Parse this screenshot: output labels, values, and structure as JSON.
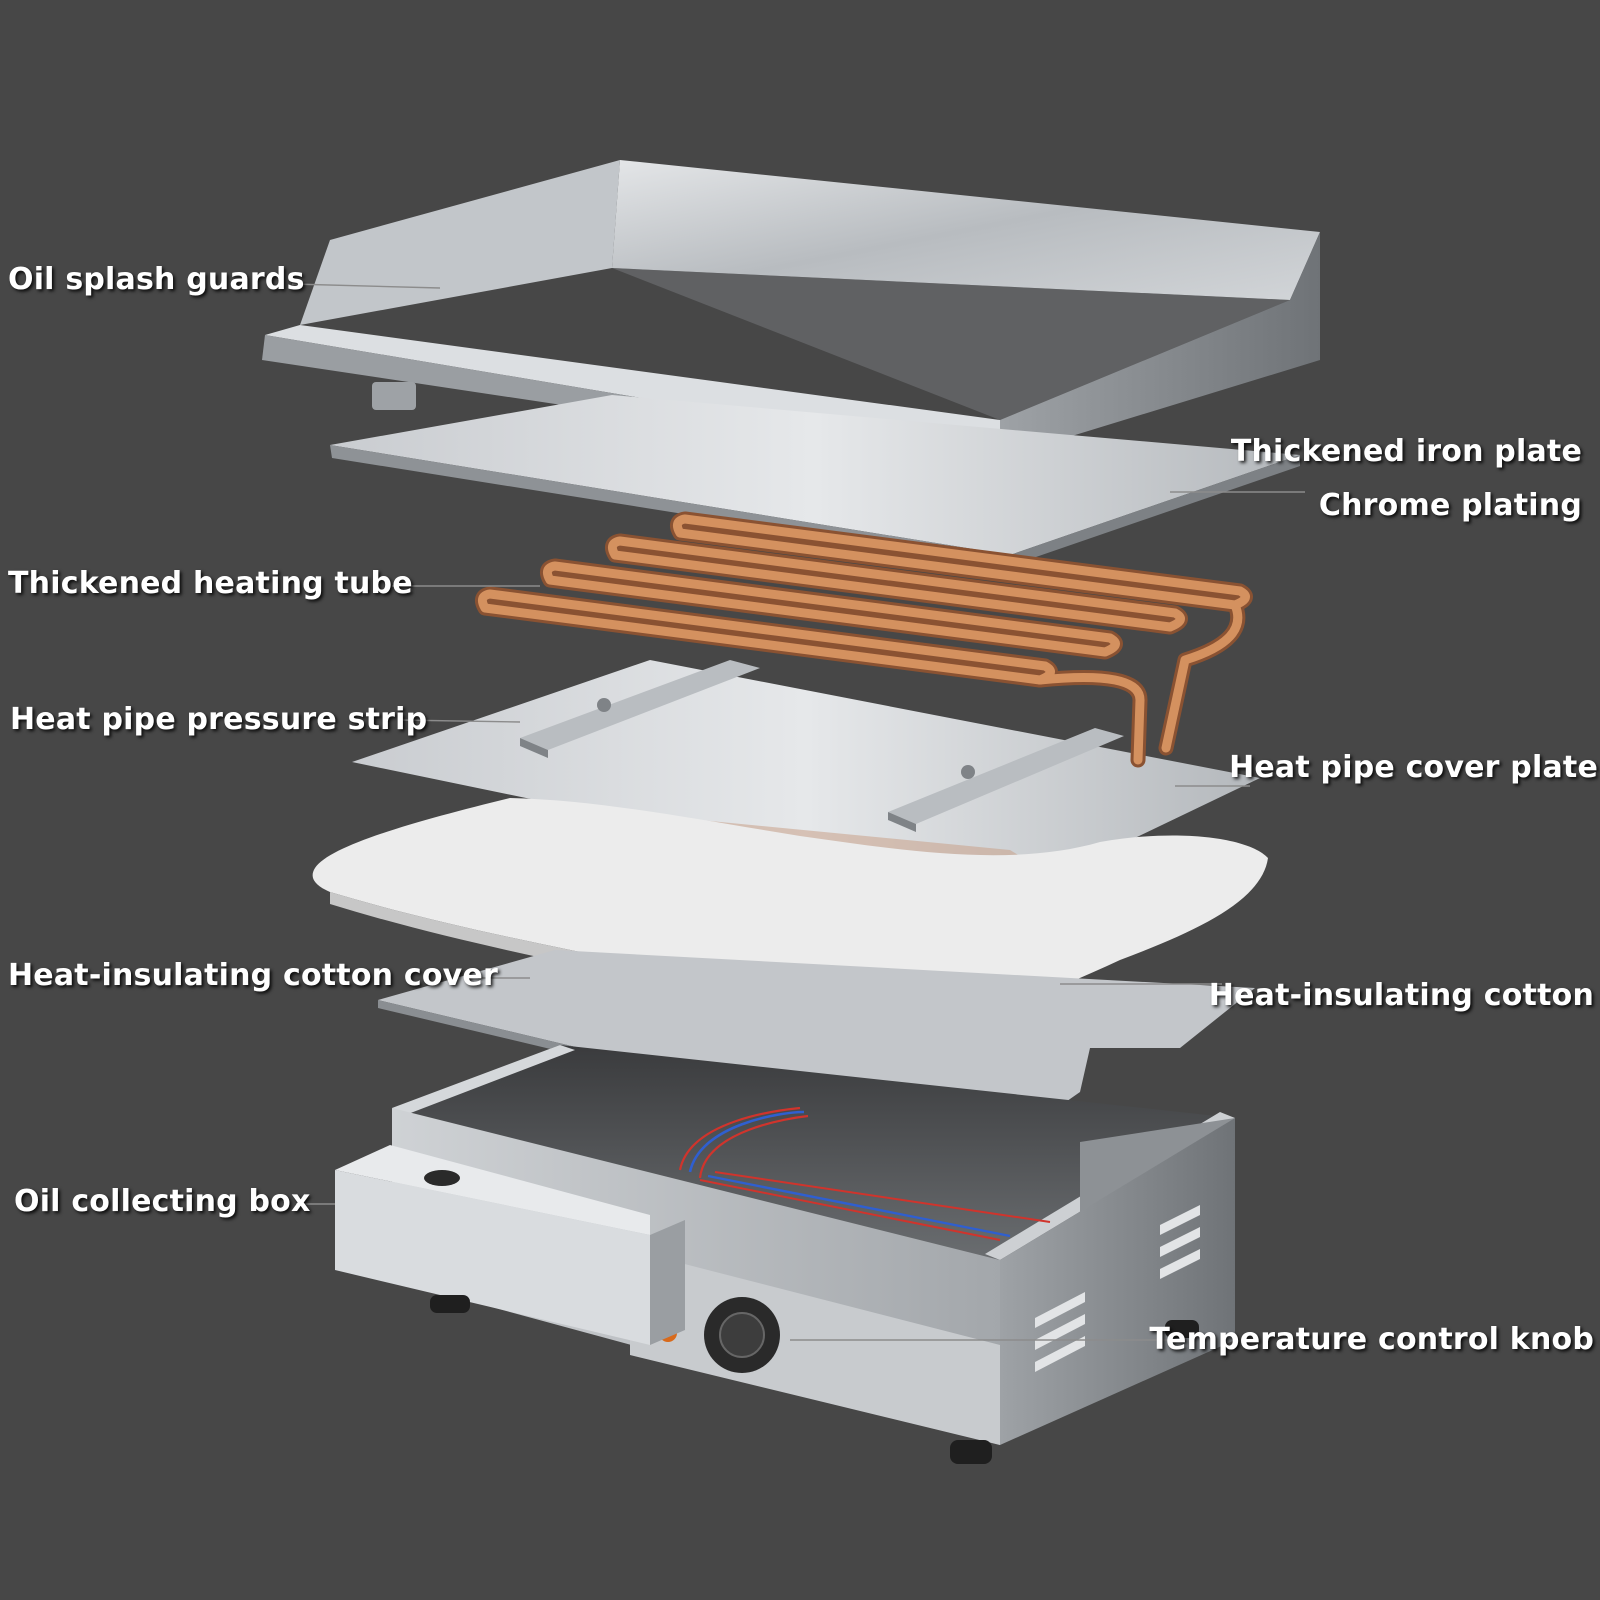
{
  "colors": {
    "background": "#474747",
    "label_text": "#ffffff",
    "steel_light": "#d6d9dc",
    "steel_mid": "#a9adb1",
    "steel_dark": "#6e7276",
    "copper": "#c8855a",
    "copper_dark": "#8a5232",
    "cotton": "#ececec",
    "indicator_green": "#2f8f2f",
    "indicator_orange": "#d86a1c",
    "wire_red": "#d0342c",
    "wire_blue": "#2f5fd0"
  },
  "labels": {
    "oil_splash_guards": "Oil splash guards",
    "thickened_iron_plate": "Thickened iron plate",
    "chrome_plating": "Chrome plating",
    "thickened_heating_tube": "Thickened heating tube",
    "heat_pipe_pressure_strip": "Heat pipe pressure strip",
    "heat_pipe_cover_plate": "Heat pipe cover plate",
    "heat_insulating_cotton_cover": "Heat-insulating cotton cover",
    "heat_insulating_cotton": "Heat-insulating cotton",
    "oil_collecting_box": "Oil collecting box",
    "temperature_control_knob": "Temperature control knob"
  }
}
